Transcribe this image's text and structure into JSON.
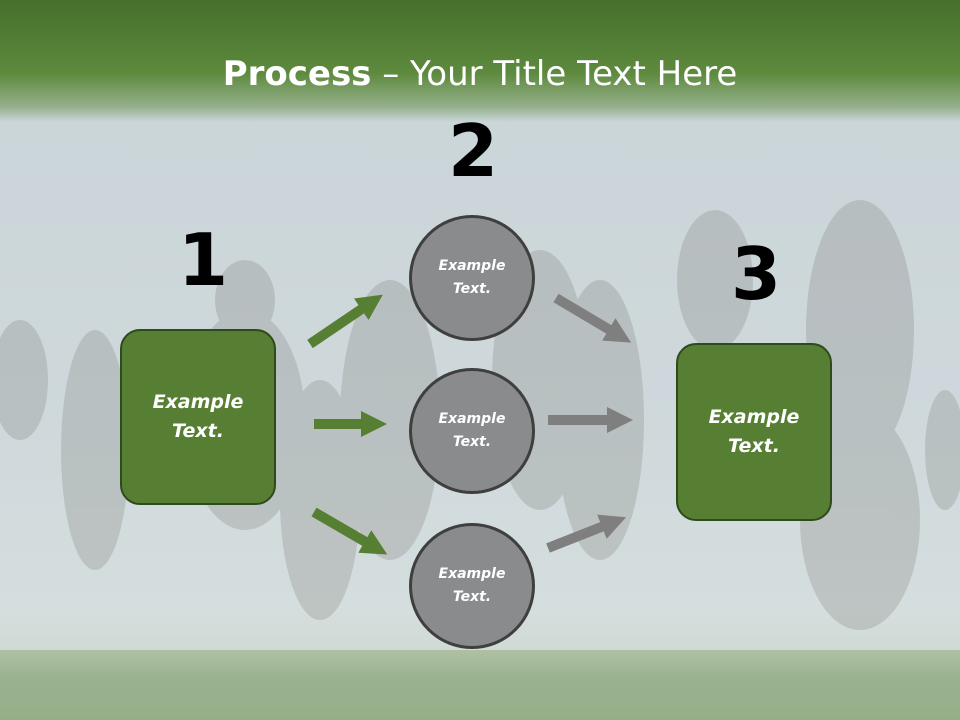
{
  "title": {
    "bold": "Process",
    "rest": " – Your Title Text Here"
  },
  "steps": {
    "one": {
      "number": "1",
      "text": "Example\nText."
    },
    "two": {
      "number": "2",
      "circles": [
        {
          "text": "Example\nText."
        },
        {
          "text": "Example\nText."
        },
        {
          "text": "Example\nText."
        }
      ]
    },
    "three": {
      "number": "3",
      "text": "Example\nText."
    }
  },
  "colors": {
    "box_fill": "#567f33",
    "circle_fill": "#8a8b8c",
    "green_arrow": "#567f33",
    "gray_arrow": "#7f7f7f"
  }
}
